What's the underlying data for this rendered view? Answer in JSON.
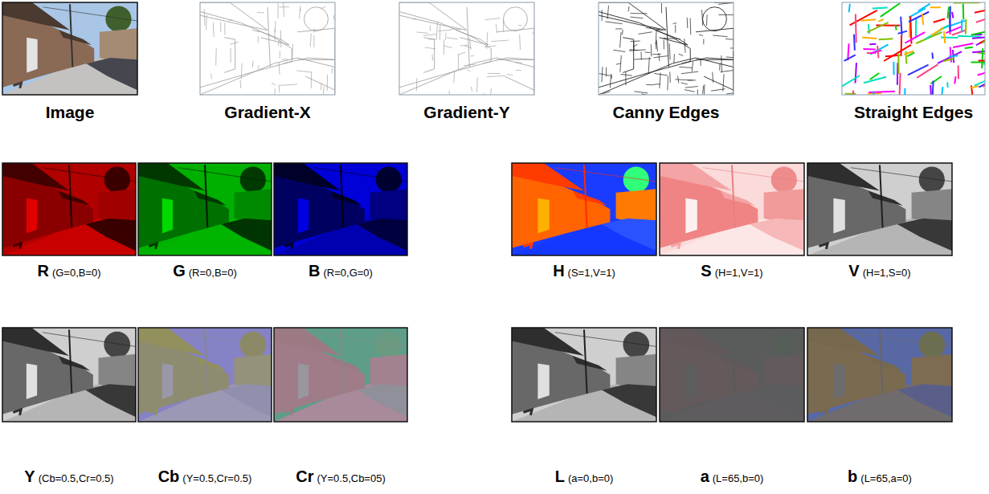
{
  "diagram": {
    "labels": [
      "Image",
      "Gradient-X",
      "Gradient-Y",
      "Canny Edges",
      "Straight Edges",
      "R",
      "(G=0,B=0)",
      "G",
      "(R=0,B=0)",
      "B",
      "(R=0,G=0)",
      "H",
      "(S=1,V=1)",
      "S",
      "(H=1,V=1)",
      "V",
      "(H=1,S=0)",
      "Y",
      "(Cb=0.5,Cr=0.5)",
      "Cb",
      "(Y=0.5,Cr=0.5)",
      "Cr",
      "(Y=0.5,Cb=05)",
      "L",
      "(a=0,b=0)",
      "a",
      "(L=65,b=0)",
      "b",
      "(L=65,a=0)"
    ]
  }
}
